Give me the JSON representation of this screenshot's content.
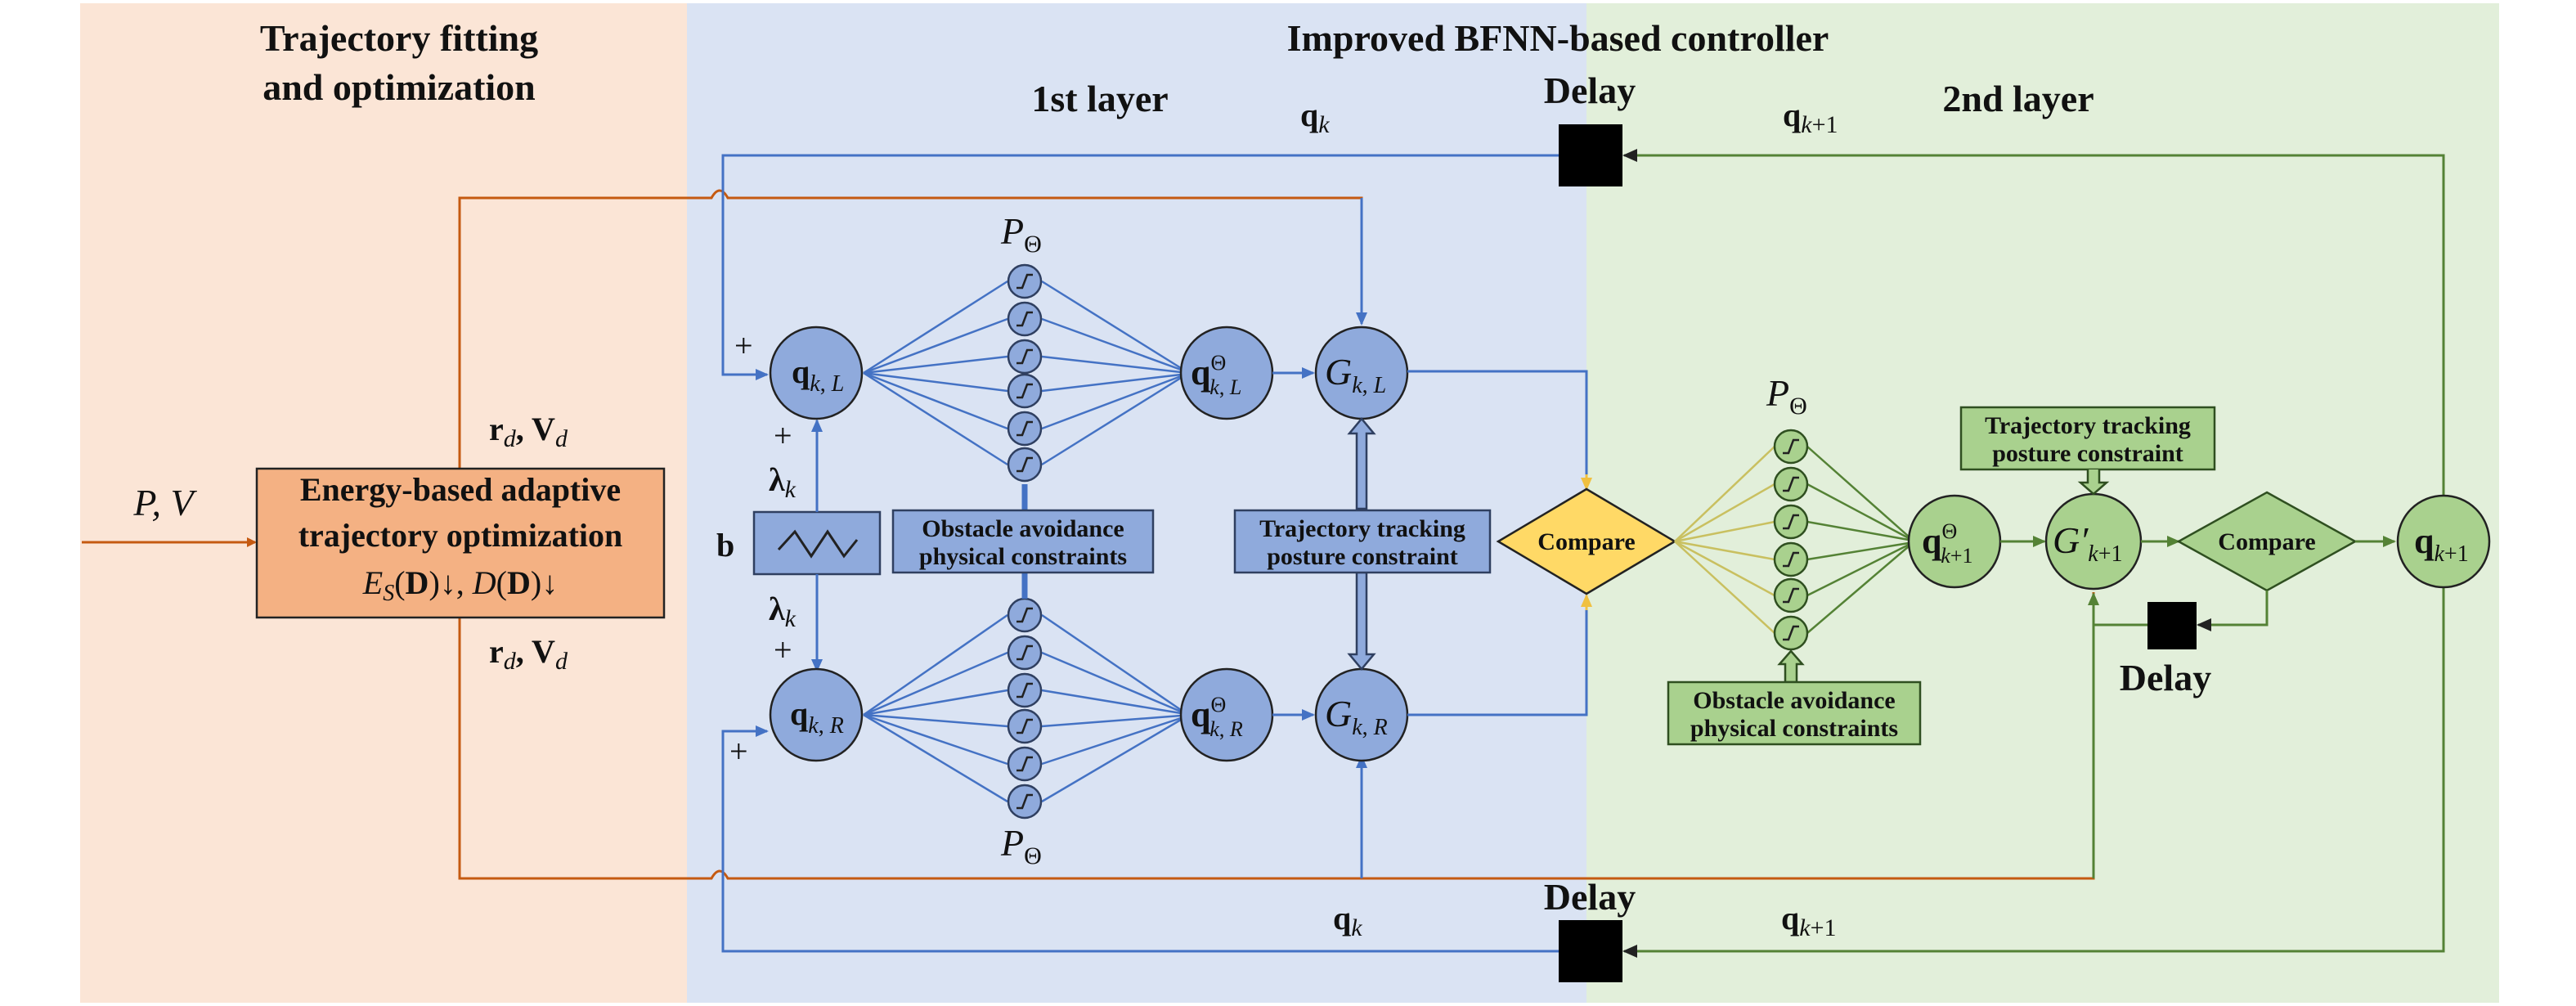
{
  "sections": {
    "left_title_line1": "Trajectory fitting",
    "left_title_line2": "and optimization",
    "right_title": "Improved BFNN-based controller",
    "layer1_label": "1st layer",
    "layer2_label": "2nd layer"
  },
  "colors": {
    "left_bg": "#fbe5d6",
    "mid_bg": "#dae3f3",
    "right_bg": "#e2efda",
    "orange_line": "#c55a11",
    "blue_line": "#4472c4",
    "green_line": "#548235",
    "blue_node": "#8faadc",
    "green_node": "#a9d18e",
    "compare_yellow": "#ffd966",
    "energy_box": "#f4b183"
  },
  "labels": {
    "input": "P, V",
    "energy_line1": "Energy-based adaptive",
    "energy_line2": "trajectory optimization",
    "energy_line3": "E_S(D)↓, D(D)↓",
    "rd_vd_top": "r_d, V_d",
    "rd_vd_bottom": "r_d, V_d",
    "b": "b",
    "lambda_top": "λ_k",
    "lambda_bottom": "λ_k",
    "plus": "+",
    "q_k": "q_k",
    "q_k1": "q_k+1",
    "delay": "Delay",
    "p_theta": "PΘ",
    "obstacle_line1": "Obstacle avoidance",
    "obstacle_line2": "physical constraints",
    "tracking_line1": "Trajectory tracking",
    "tracking_line2": "posture constraint",
    "compare": "Compare"
  },
  "nodes": {
    "qkL": "qk,L",
    "qkR": "qk,R",
    "qThetaL": "qΘk,L",
    "qThetaR": "qΘk,R",
    "GkL": "Gk,L",
    "GkR": "Gk,R",
    "qTheta_k1": "qΘk+1",
    "G_k1": "G′k+1",
    "q_k1": "qk+1"
  }
}
